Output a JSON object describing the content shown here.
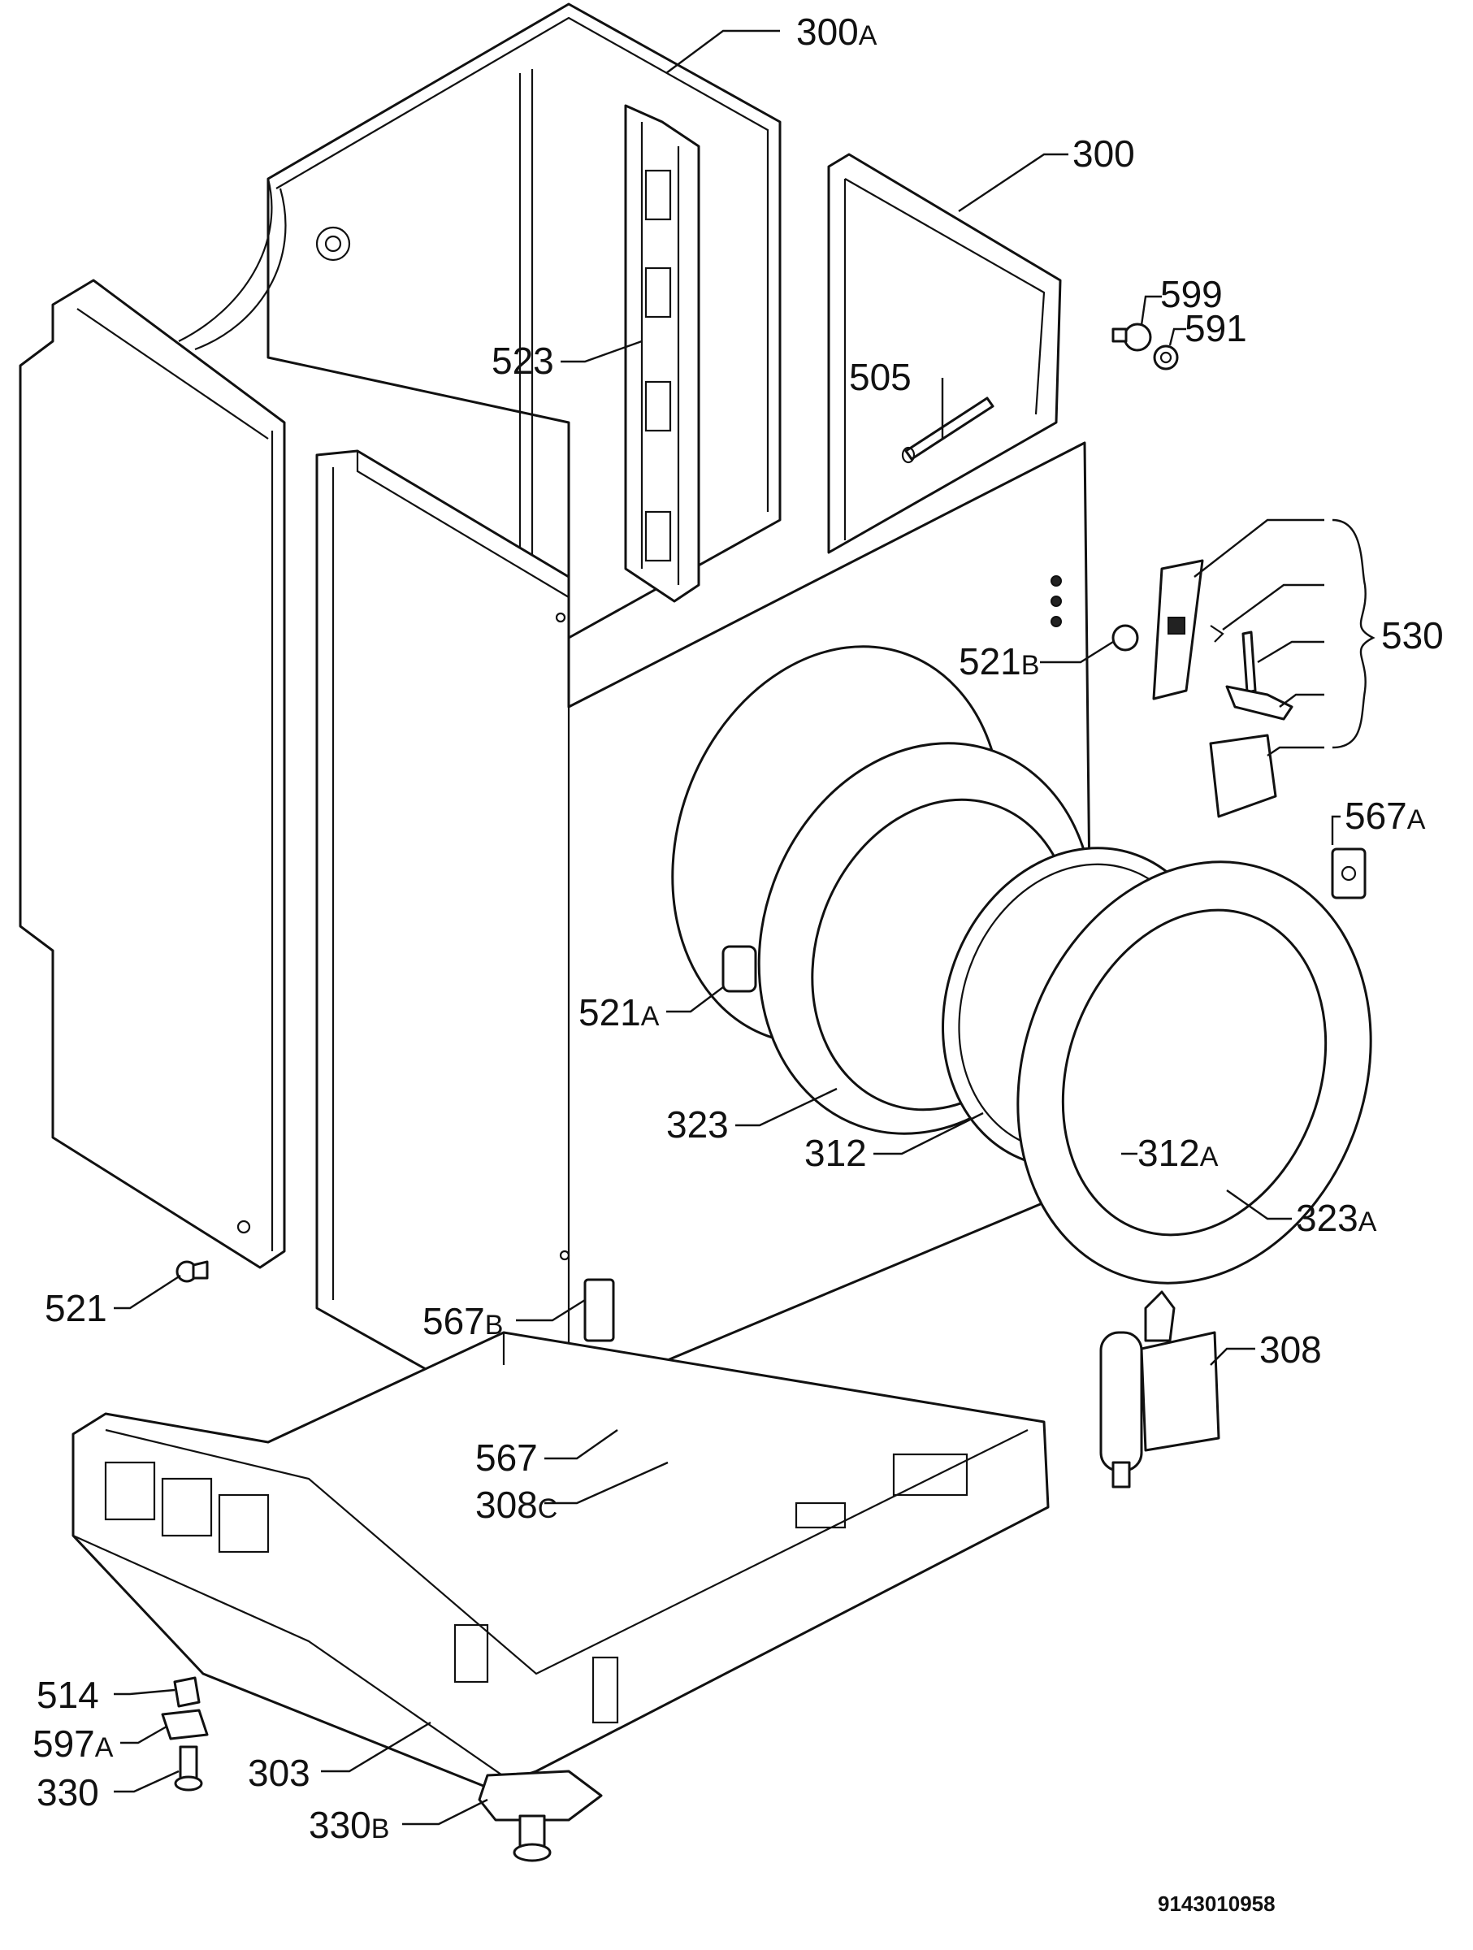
{
  "labels": {
    "l300A": {
      "num": "300",
      "suf": "A"
    },
    "l300": {
      "num": "300",
      "suf": ""
    },
    "l599": {
      "num": "599",
      "suf": ""
    },
    "l591": {
      "num": "591",
      "suf": ""
    },
    "l523": {
      "num": "523",
      "suf": ""
    },
    "l505": {
      "num": "505",
      "suf": ""
    },
    "l530": {
      "num": "530",
      "suf": ""
    },
    "l521B": {
      "num": "521",
      "suf": "B"
    },
    "l567A": {
      "num": "567",
      "suf": "A"
    },
    "l521A": {
      "num": "521",
      "suf": "A"
    },
    "l323": {
      "num": "323",
      "suf": ""
    },
    "l312": {
      "num": "312",
      "suf": ""
    },
    "l312A": {
      "num": "312",
      "suf": "A"
    },
    "l323A": {
      "num": "323",
      "suf": "A"
    },
    "l521": {
      "num": "521",
      "suf": ""
    },
    "l567B": {
      "num": "567",
      "suf": "B"
    },
    "l308": {
      "num": "308",
      "suf": ""
    },
    "l567": {
      "num": "567",
      "suf": ""
    },
    "l308C": {
      "num": "308",
      "suf": "C"
    },
    "l514": {
      "num": "514",
      "suf": ""
    },
    "l597A": {
      "num": "597",
      "suf": "A"
    },
    "l330": {
      "num": "330",
      "suf": ""
    },
    "l303": {
      "num": "303",
      "suf": ""
    },
    "l330B": {
      "num": "330",
      "suf": "B"
    }
  },
  "drawing_number": "9143010958"
}
